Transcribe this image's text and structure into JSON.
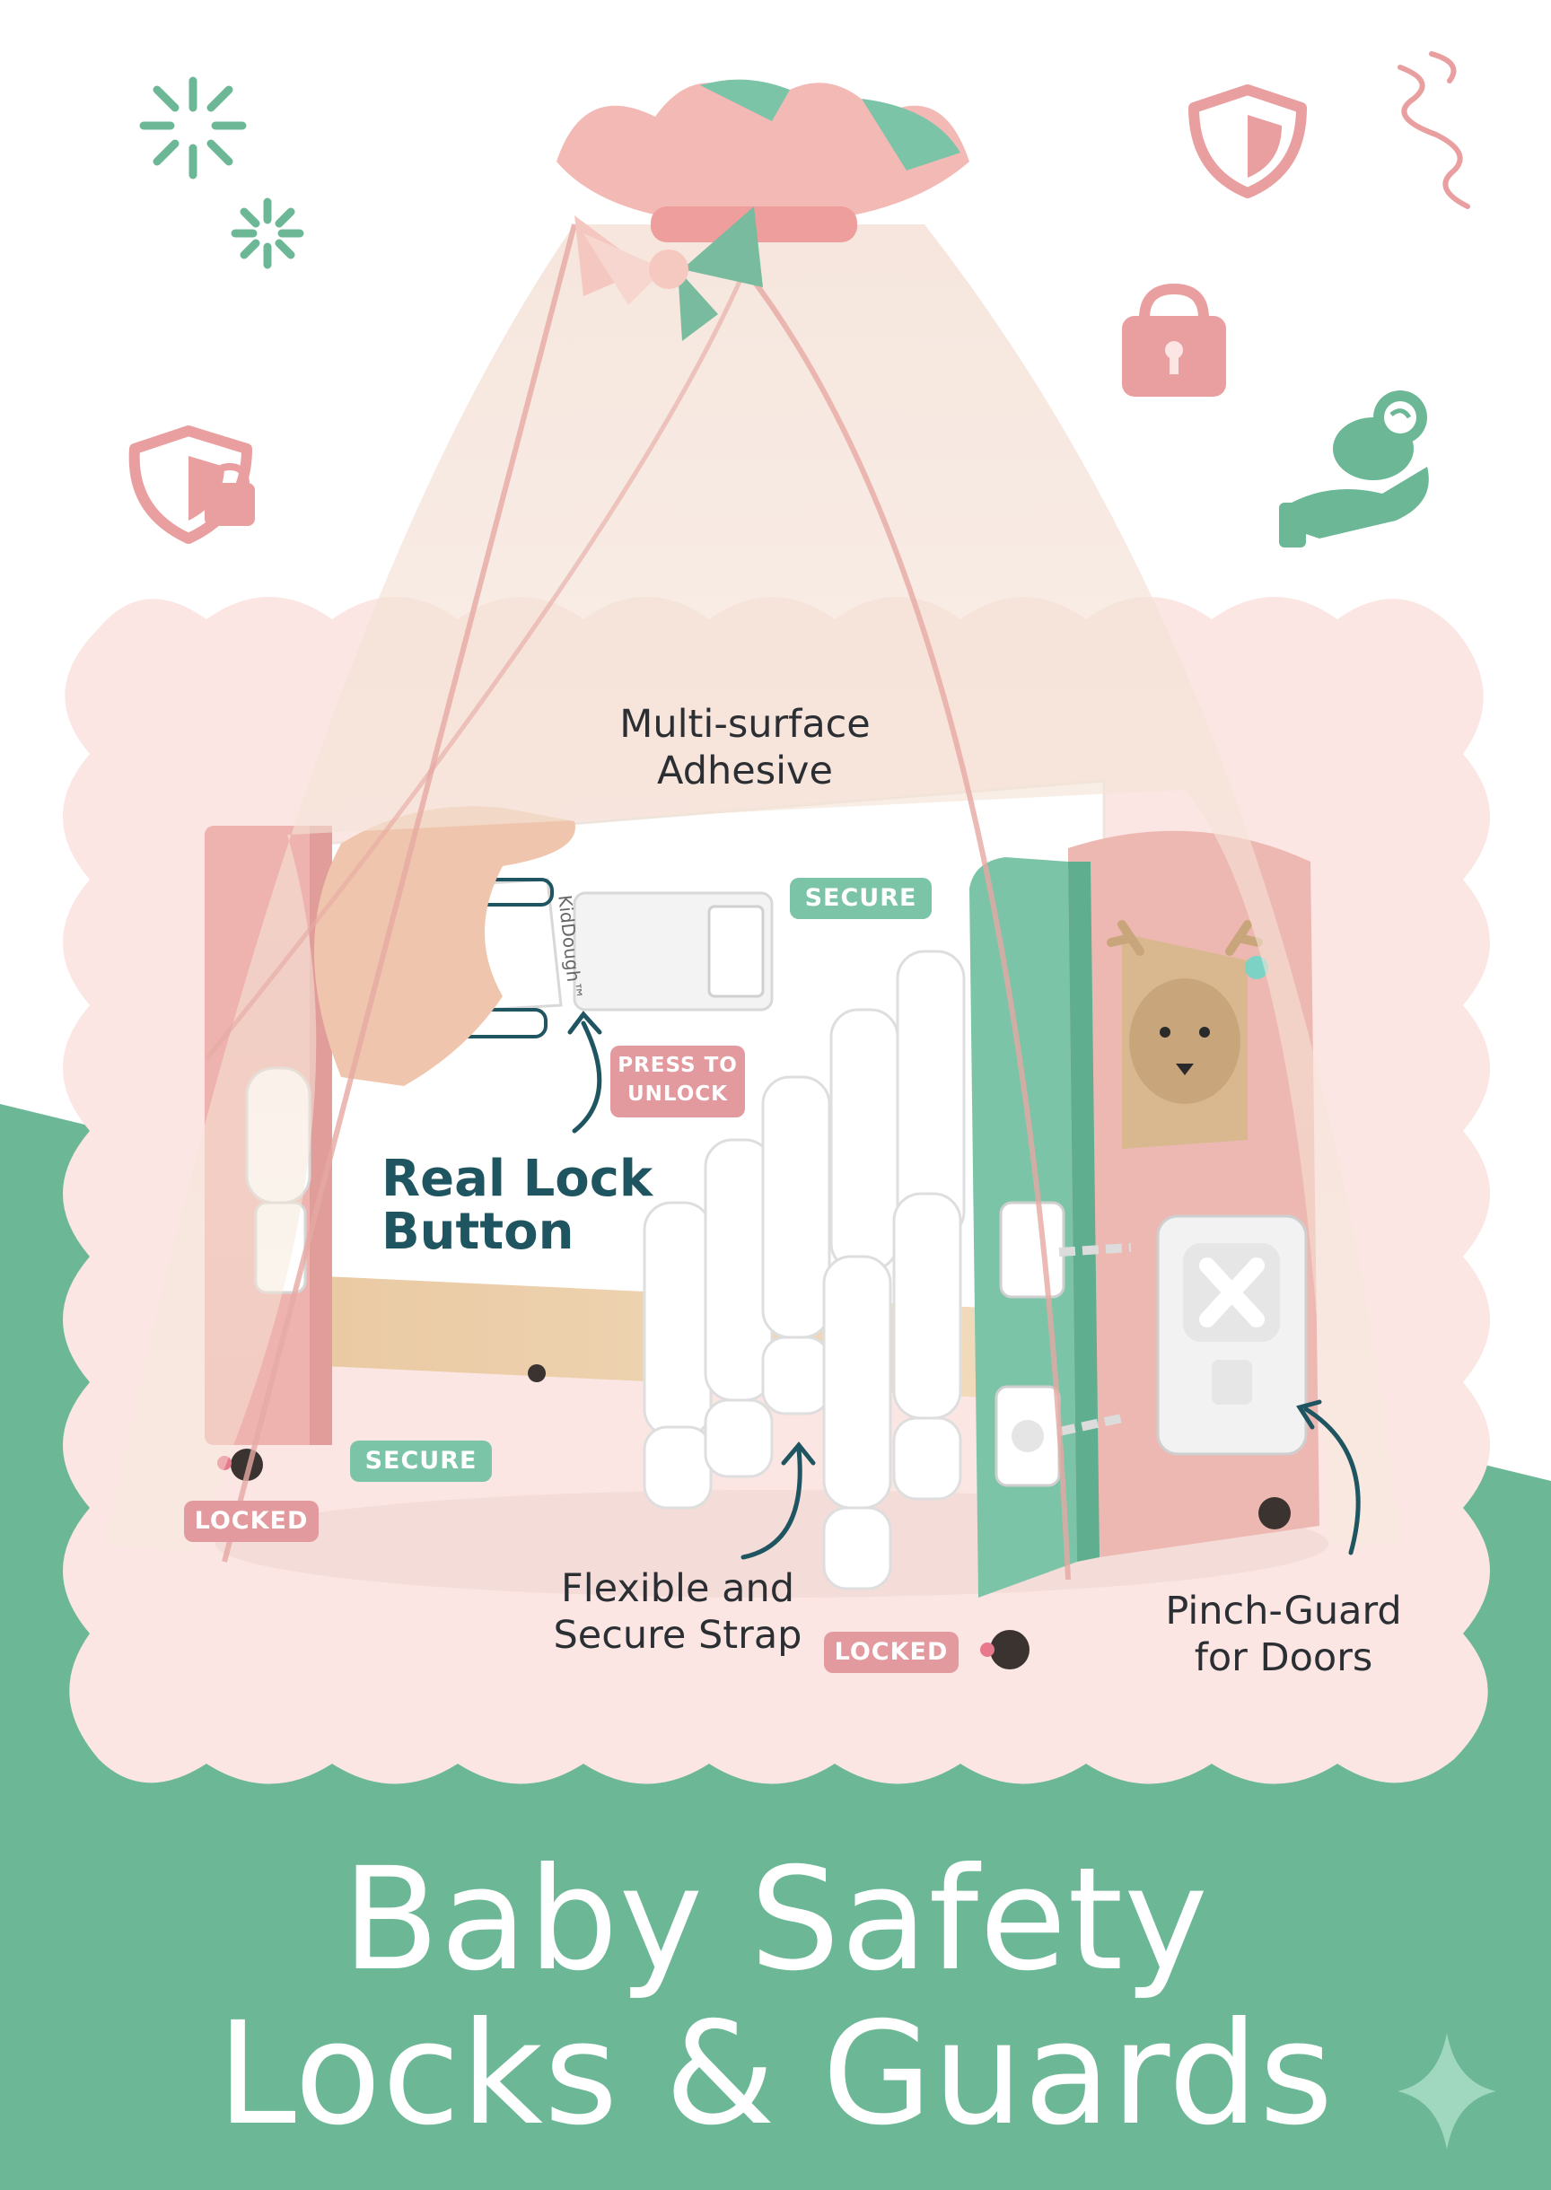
{
  "header": {
    "title_line1": "Baby Safety",
    "title_line2": "Locks & Guards"
  },
  "callouts": {
    "adhesive_line1": "Multi-surface",
    "adhesive_line2": "Adhesive",
    "lock_button_line1": "Real Lock",
    "lock_button_line2": "Button",
    "strap_line1": "Flexible and",
    "strap_line2": "Secure Strap",
    "pinch_line1": "Pinch-Guard",
    "pinch_line2": "for Doors"
  },
  "badges": {
    "secure_top": "SECURE",
    "press_unlock_line1": "PRESS TO",
    "press_unlock_line2": "UNLOCK",
    "secure_left": "SECURE",
    "locked_left": "LOCKED",
    "locked_bottom": "LOCKED"
  },
  "brand": {
    "name": "KidDough™"
  },
  "colors": {
    "mint": "#6cb896",
    "pink": "#e39a9e",
    "blush": "#fbe6e3",
    "navy_text": "#1f5560",
    "canopy": "#f6e8d8"
  },
  "icons": [
    "sparkle-icon",
    "shield-icon",
    "squiggle-icon",
    "padlock-icon",
    "shield-lock-icon",
    "baby-hand-icon",
    "star-icon"
  ]
}
